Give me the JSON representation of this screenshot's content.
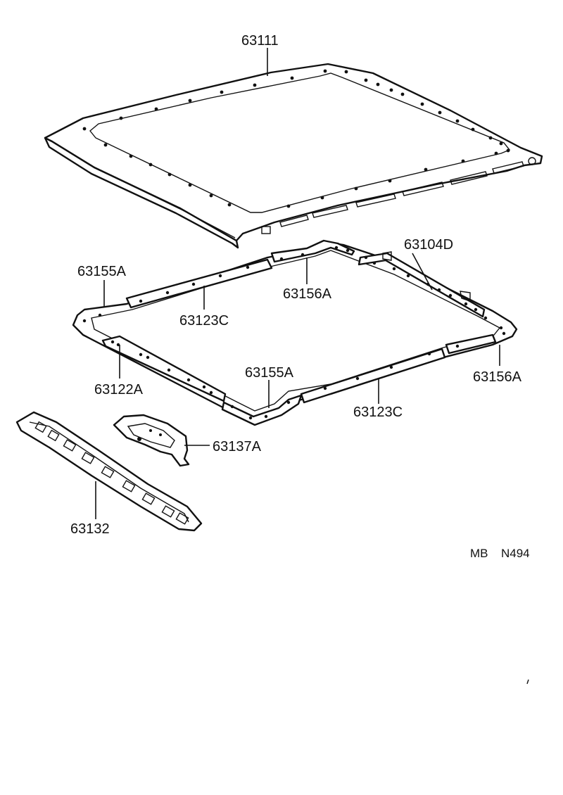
{
  "diagram": {
    "labels": {
      "p63111": "63111",
      "p63104d": "63104D",
      "p63155a_left": "63155A",
      "p63156a_top": "63156A",
      "p63123c_upper": "63123C",
      "p63155a_center": "63155A",
      "p63122a": "63122A",
      "p63156a_right": "63156A",
      "p63123c_lower": "63123C",
      "p63137a": "63137A",
      "p63132": "63132"
    },
    "code": {
      "prefix": "MB",
      "number": "N494"
    },
    "colors": {
      "line": "#111111",
      "background": "#ffffff"
    }
  }
}
